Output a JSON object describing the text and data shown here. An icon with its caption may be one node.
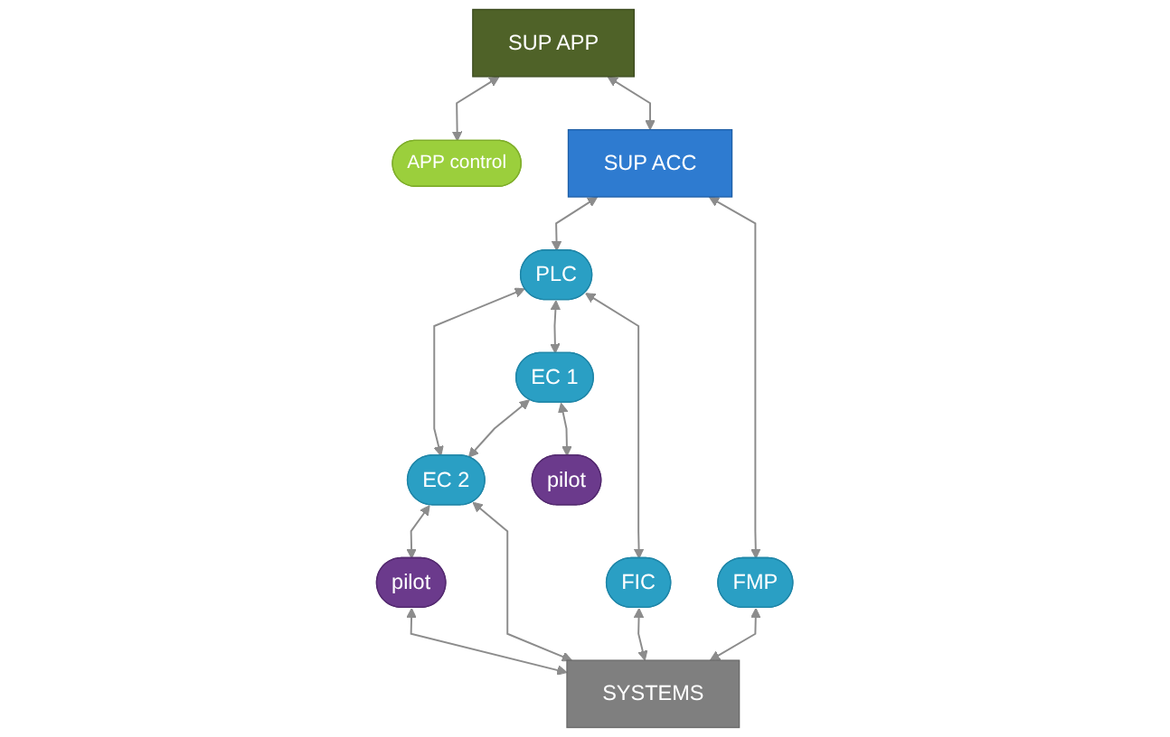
{
  "diagram": {
    "nodes": [
      {
        "text": [
          "SUP APP"
        ]
      },
      {
        "text": [
          "APP control"
        ]
      },
      {
        "text": [
          "SUP ACC"
        ]
      },
      {
        "text": [
          "PLC"
        ]
      },
      {
        "text": [
          "EC 1"
        ]
      },
      {
        "text": [
          "EC 2"
        ]
      },
      {
        "text": [
          "pilot"
        ]
      },
      {
        "text": [
          "pilot"
        ]
      },
      {
        "text": [
          "FMP"
        ]
      },
      {
        "text": [
          "FIC"
        ]
      },
      {
        "text": [
          "SYSTEMS"
        ]
      }
    ],
    "edges": [
      {
        "from": 0,
        "to": 1,
        "arrow": "both"
      },
      {
        "from": 0,
        "to": 2,
        "arrow": "both"
      },
      {
        "from": 2,
        "to": 3,
        "arrow": "both"
      },
      {
        "from": 3,
        "to": 4,
        "arrow": "both"
      },
      {
        "from": 4,
        "to": 5,
        "arrow": "both"
      },
      {
        "from": 3,
        "to": 5,
        "arrow": "both"
      },
      {
        "from": 4,
        "to": 6,
        "arrow": "both"
      },
      {
        "from": 5,
        "to": 7,
        "arrow": "both"
      },
      {
        "from": 2,
        "to": 8,
        "arrow": "both"
      },
      {
        "from": 3,
        "to": 9,
        "arrow": "both"
      },
      {
        "from": 8,
        "to": 10,
        "arrow": "both"
      },
      {
        "from": 9,
        "to": 10,
        "arrow": "both"
      },
      {
        "from": 5,
        "to": 10,
        "arrow": "both"
      },
      {
        "from": 7,
        "to": 10,
        "arrow": "both"
      }
    ]
  }
}
